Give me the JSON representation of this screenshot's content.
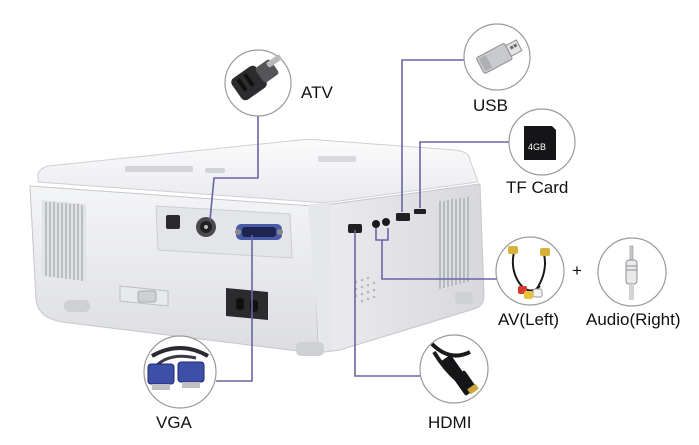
{
  "callouts": {
    "atv": {
      "label": "ATV",
      "icon": "coax-plug-icon"
    },
    "usb": {
      "label": "USB",
      "icon": "usb-drive-icon"
    },
    "tf_card": {
      "label": "TF Card",
      "icon": "micro-sd-card-icon",
      "card_text": "4GB"
    },
    "av_left": {
      "label": "AV(Left)",
      "icon": "rca-cable-icon"
    },
    "audio_right": {
      "label": "Audio(Right)",
      "icon": "audio-jack-icon"
    },
    "vga": {
      "label": "VGA",
      "icon": "vga-cable-icon"
    },
    "hdmi": {
      "label": "HDMI",
      "icon": "hdmi-cable-icon"
    },
    "plus": "+"
  },
  "colors": {
    "leader": "#6b63a8",
    "projector": "#f1f2f4"
  }
}
